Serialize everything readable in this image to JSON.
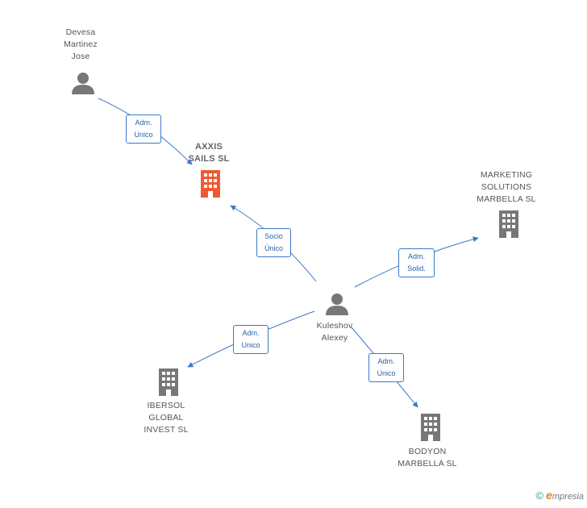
{
  "nodes": {
    "devesa": {
      "lines": [
        "Devesa",
        "Martinez",
        "Jose"
      ]
    },
    "axxis": {
      "lines": [
        "AXXIS",
        "SAILS SL"
      ]
    },
    "marketing": {
      "lines": [
        "MARKETING",
        "SOLUTIONS",
        "MARBELLA SL"
      ]
    },
    "kuleshov": {
      "lines": [
        "Kuleshov",
        "Alexey"
      ]
    },
    "ibersol": {
      "lines": [
        "IBERSOL",
        "GLOBAL",
        "INVEST SL"
      ]
    },
    "bodyon": {
      "lines": [
        "BODYON",
        "MARBELLA  SL"
      ]
    }
  },
  "edges": {
    "devesa_axxis": {
      "lines": [
        "Adm.",
        "Unico"
      ]
    },
    "kuleshov_axxis": {
      "lines": [
        "Socio",
        "Único"
      ]
    },
    "kuleshov_marketing": {
      "lines": [
        "Adm.",
        "Solid."
      ]
    },
    "kuleshov_ibersol": {
      "lines": [
        "Adm.",
        "Unico"
      ]
    },
    "kuleshov_bodyon": {
      "lines": [
        "Adm.",
        "Unico"
      ]
    }
  },
  "colors": {
    "edge": "#3c78c8",
    "person_icon": "#777777",
    "company_icon": "#777777",
    "main_company_icon": "#f05a32"
  },
  "icons": {
    "person": "person-icon",
    "company": "building-icon"
  },
  "brand": {
    "copyright": "©",
    "name_first": "e",
    "name_rest": "mpresia"
  }
}
